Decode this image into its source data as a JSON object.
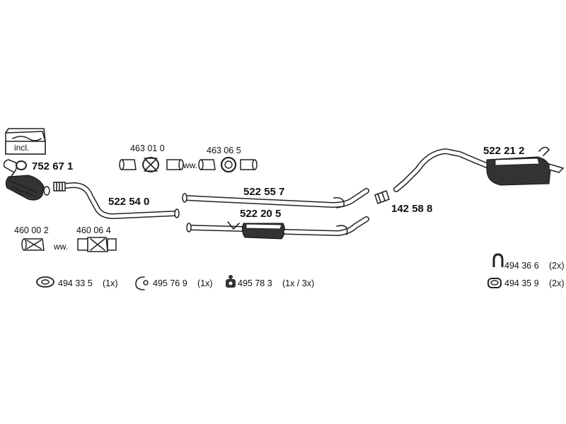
{
  "parts": {
    "kit_box_label": "incl.",
    "catalytic_converter": "752 67 1",
    "front_pipe": "522 54 0",
    "clamp_a": "463 01 0",
    "clamp_b": "463 06 5",
    "ww_1": "ww.",
    "ww_2": "ww.",
    "middle_pipe": "522 55 7",
    "middle_silencer": "522 20 5",
    "connector": "142 58 8",
    "rear_silencer": "522 21 2",
    "repair_pipe_a": "460 00 2",
    "repair_pipe_b": "460 06 4"
  },
  "accessories": [
    {
      "number": "494 33 5",
      "qty": "(1x)"
    },
    {
      "number": "495 76 9",
      "qty": "(1x)"
    },
    {
      "number": "495 78 3",
      "qty": "(1x / 3x)"
    },
    {
      "number": "494 36 6",
      "qty": "(2x)"
    },
    {
      "number": "494 35 9",
      "qty": "(2x)"
    }
  ]
}
